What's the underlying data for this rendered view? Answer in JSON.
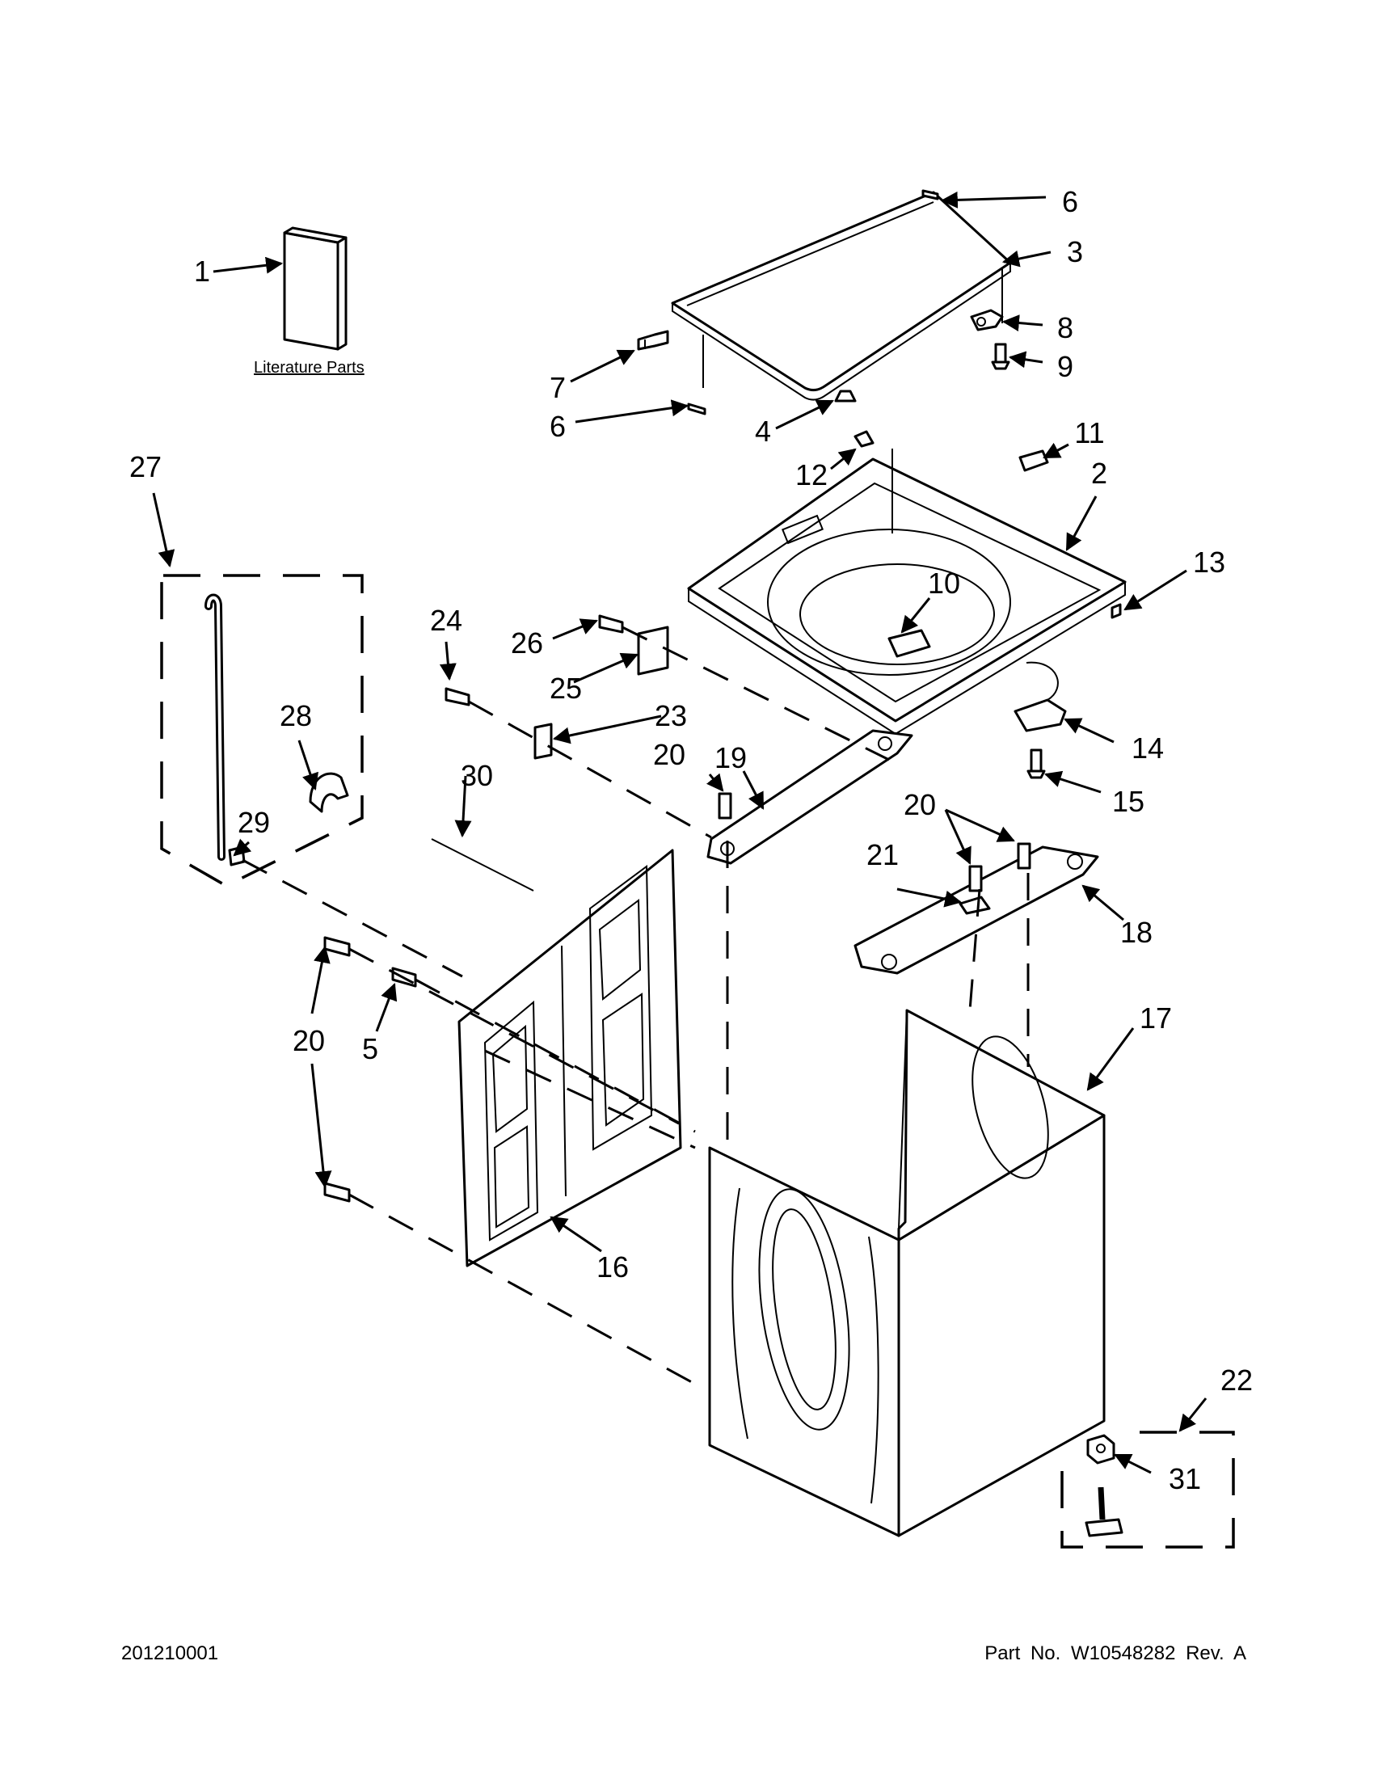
{
  "diagram": {
    "literature_caption": "Literature Parts",
    "callouts": [
      {
        "id": "c1",
        "text": "1"
      },
      {
        "id": "c2",
        "text": "2"
      },
      {
        "id": "c3",
        "text": "3"
      },
      {
        "id": "c4",
        "text": "4"
      },
      {
        "id": "c5",
        "text": "5"
      },
      {
        "id": "c6a",
        "text": "6"
      },
      {
        "id": "c6b",
        "text": "6"
      },
      {
        "id": "c7",
        "text": "7"
      },
      {
        "id": "c8",
        "text": "8"
      },
      {
        "id": "c9",
        "text": "9"
      },
      {
        "id": "c10",
        "text": "10"
      },
      {
        "id": "c11",
        "text": "11"
      },
      {
        "id": "c12",
        "text": "12"
      },
      {
        "id": "c13",
        "text": "13"
      },
      {
        "id": "c14",
        "text": "14"
      },
      {
        "id": "c15",
        "text": "15"
      },
      {
        "id": "c16",
        "text": "16"
      },
      {
        "id": "c17",
        "text": "17"
      },
      {
        "id": "c18",
        "text": "18"
      },
      {
        "id": "c19",
        "text": "19"
      },
      {
        "id": "c20a",
        "text": "20"
      },
      {
        "id": "c20b",
        "text": "20"
      },
      {
        "id": "c20c",
        "text": "20"
      },
      {
        "id": "c21",
        "text": "21"
      },
      {
        "id": "c22",
        "text": "22"
      },
      {
        "id": "c23",
        "text": "23"
      },
      {
        "id": "c24",
        "text": "24"
      },
      {
        "id": "c25",
        "text": "25"
      },
      {
        "id": "c26",
        "text": "26"
      },
      {
        "id": "c27",
        "text": "27"
      },
      {
        "id": "c28",
        "text": "28"
      },
      {
        "id": "c29",
        "text": "29"
      },
      {
        "id": "c30",
        "text": "30"
      },
      {
        "id": "c31",
        "text": "31"
      }
    ]
  },
  "footer": {
    "code": "201210001",
    "part_number": "Part No.  W10548282  Rev.  A"
  }
}
